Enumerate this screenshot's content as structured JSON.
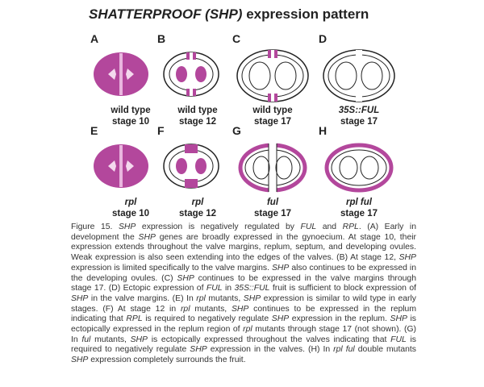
{
  "title": {
    "italic": "SHATTERPROOF (SHP)",
    "rest": " expression pattern"
  },
  "colors": {
    "expression": "#b3479c",
    "outline": "#222222"
  },
  "panels": [
    {
      "letter": "A",
      "line1": "wild type",
      "line1_italic": false,
      "line2": "stage 10"
    },
    {
      "letter": "B",
      "line1": "wild type",
      "line1_italic": false,
      "line2": "stage 12"
    },
    {
      "letter": "C",
      "line1": "wild type",
      "line1_italic": false,
      "line2": "stage 17"
    },
    {
      "letter": "D",
      "line1": "35S::FUL",
      "line1_italic": true,
      "line2": "stage 17"
    },
    {
      "letter": "E",
      "line1": "rpl",
      "line1_italic": true,
      "line2": "stage 10"
    },
    {
      "letter": "F",
      "line1": "rpl",
      "line1_italic": true,
      "line2": "stage 12"
    },
    {
      "letter": "G",
      "line1": "ful",
      "line1_italic": true,
      "line2": "stage 17"
    },
    {
      "letter": "H",
      "line1": "rpl ful",
      "line1_italic": true,
      "line2": "stage 17"
    }
  ],
  "caption": {
    "s1": "Figure 15. ",
    "s2": "SHP",
    "s3": " expression is negatively regulated by ",
    "s4": "FUL",
    "s5": " and ",
    "s6": "RPL",
    "s7": ". (A) Early in development the ",
    "s8": "SHP",
    "s9": " genes are broadly expressed in the gynoecium. At stage 10, their expression extends throughout the valve margins, replum, septum, and developing ovules. Weak expression is also seen extending into the edges of the valves. (B) At stage 12, ",
    "s10": "SHP",
    "s11": " expression is limited specifically to the valve margins. ",
    "s12": "SHP",
    "s13": " also continues to be expressed in the developing ovules. (C) ",
    "s14": "SHP",
    "s15": " continues to be expressed in the valve margins through stage 17. (D) Ectopic expression of ",
    "s16": "FUL",
    "s17": " in ",
    "s18": "35S::FUL",
    "s19": " fruit is sufficient to block expression of ",
    "s20": "SHP",
    "s21": " in the valve margins. (E) In ",
    "s22": "rpl",
    "s23": " mutants, ",
    "s24": "SHP",
    "s25": " expression is similar to wild type in early stages. (F) At stage 12 in ",
    "s26": "rpl",
    "s27": " mutants, ",
    "s28": "SHP",
    "s29": " continues to be expressed in the replum indicating that ",
    "s30": "RPL",
    "s31": " is required to negatively regulate ",
    "s32": "SHP",
    "s33": " expression in the replum. ",
    "s34": "SHP",
    "s35": " is ectopically expressed in the replum region of ",
    "s36": "rpl",
    "s37": " mutants through stage 17 (not shown). (G) In ",
    "s38": "ful",
    "s39": " mutants, ",
    "s40": "SHP",
    "s41": " is ectopically expressed throughout the valves indicating that ",
    "s42": "FUL",
    "s43": " is required to negatively regulate ",
    "s44": "SHP",
    "s45": " expression in the valves. (H) In ",
    "s46": "rpl ful",
    "s47": " double mutants ",
    "s48": "SHP",
    "s49": " expression completely surrounds the fruit."
  }
}
